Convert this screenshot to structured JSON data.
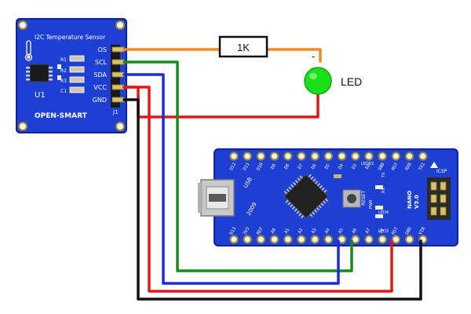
{
  "colors": {
    "pcb_blue": "#1e3fd3",
    "wire_orange": "#f28a1e",
    "wire_green": "#1a8a1a",
    "wire_blue": "#1d2be0",
    "wire_red": "#e01818",
    "wire_black": "#111111",
    "led_green": "#19e019"
  },
  "sensor": {
    "title": "I2C Temperature Sensor",
    "pins": [
      "OS",
      "SCL",
      "SDA",
      "VCC",
      "GND"
    ],
    "u_label": "U1",
    "j_label": "J1",
    "brand": "OPEN-SMART",
    "r1": "R1",
    "r2": "R2",
    "r3": "R3",
    "c1": "C1",
    "icon": "thermometer-icon"
  },
  "resistor": {
    "label": "1K"
  },
  "led": {
    "label": "LED",
    "polarity": "-"
  },
  "arduino": {
    "top_pins": [
      "D12",
      "D11",
      "D10",
      "D9",
      "D8",
      "D7",
      "D6",
      "D5",
      "D4",
      "D3",
      "D2",
      "GND",
      "RST",
      "RX0",
      "TX1"
    ],
    "bottom_pins": [
      "D13",
      "3V3",
      "REF",
      "A0",
      "A1",
      "A2",
      "A3",
      "A4",
      "A5",
      "A6",
      "A7",
      "5V",
      "RST",
      "GND",
      "VIN"
    ],
    "name": "NANO",
    "version": "V3.0",
    "icsp": "ICSP",
    "led_labels": [
      "LED02",
      "TX",
      "RX",
      "PWR",
      "LED4",
      "LED3"
    ],
    "usb": "USB",
    "year": "2009",
    "reset": "RESET",
    "icon": "usb-connector-icon"
  }
}
